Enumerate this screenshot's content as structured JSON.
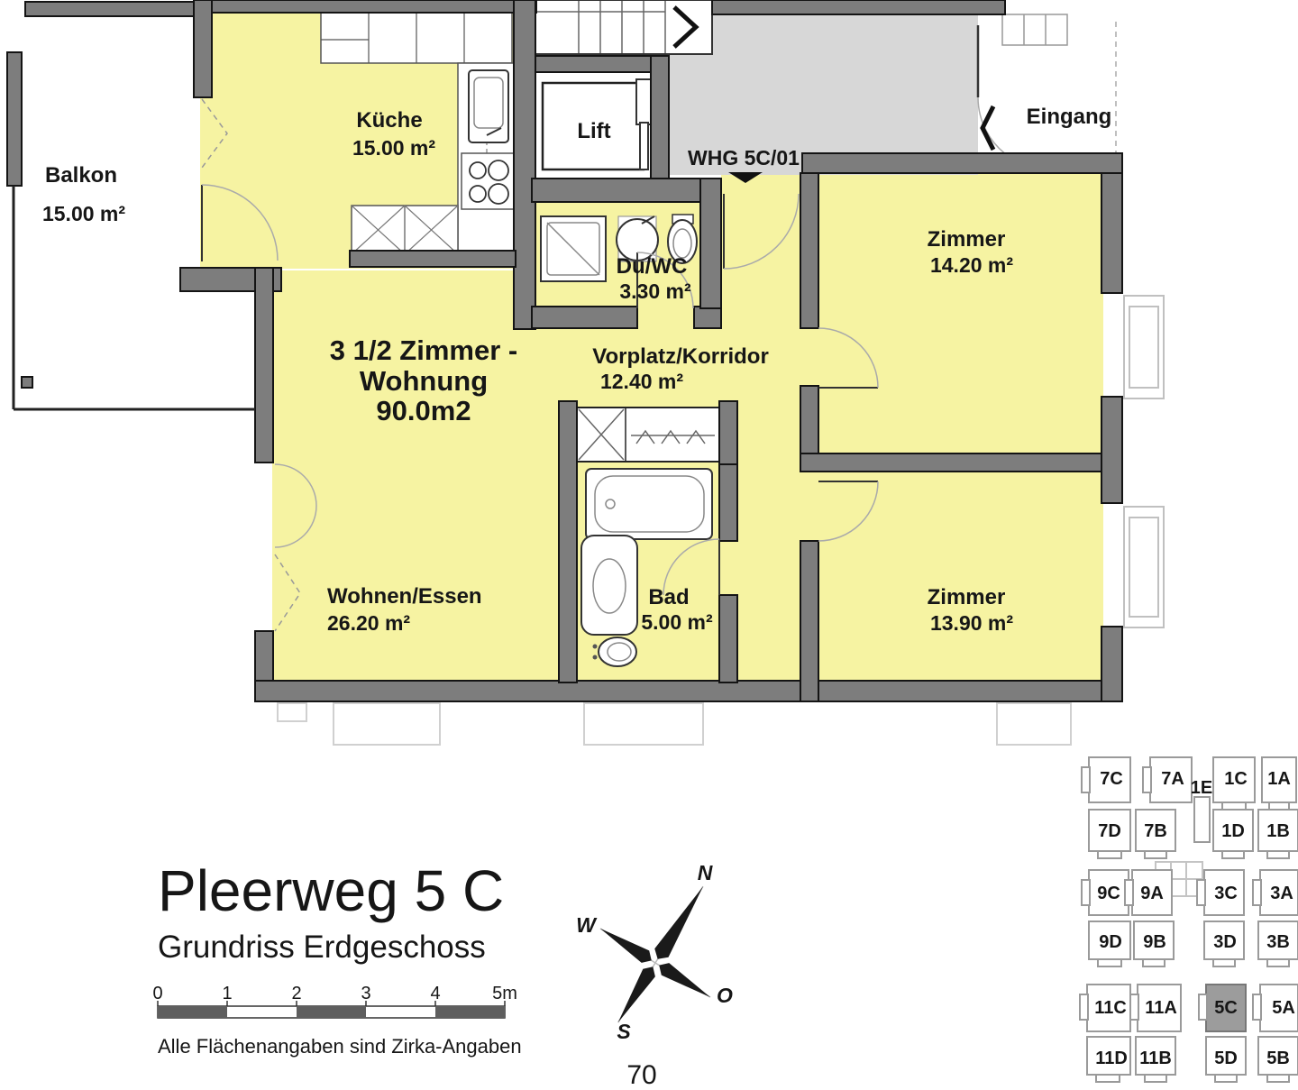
{
  "plan": {
    "rooms": {
      "balkon": {
        "name": "Balkon",
        "area": "15.00 m²"
      },
      "kueche": {
        "name": "Küche",
        "area": "15.00 m²"
      },
      "lift": {
        "name": "Lift"
      },
      "du_wc": {
        "name": "Du/WC",
        "area": "3.30 m²"
      },
      "vorplatz": {
        "name": "Vorplatz/Korridor",
        "area": "12.40 m²"
      },
      "zimmer_nord": {
        "name": "Zimmer",
        "area": "14.20 m²"
      },
      "zimmer_sued": {
        "name": "Zimmer",
        "area": "13.90 m²"
      },
      "wohnen": {
        "name": "Wohnen/Essen",
        "area": "26.20 m²"
      },
      "bad": {
        "name": "Bad",
        "area": "5.00 m²"
      }
    },
    "apartment_label": {
      "line1": "3 1/2 Zimmer -",
      "line2": "Wohnung",
      "line3": "90.0m2"
    },
    "unit_tag": "WHG 5C/01",
    "entrance_label": "Eingang"
  },
  "title_block": {
    "title": "Pleerweg 5 C",
    "subtitle": "Grundriss Erdgeschoss",
    "disclaimer": "Alle Flächenangaben sind Zirka-Angaben",
    "scale_labels": [
      "0",
      "1",
      "2",
      "3",
      "4",
      "5m"
    ]
  },
  "compass": {
    "n": "N",
    "w": "W",
    "o": "O",
    "s": "S"
  },
  "page_number": "70",
  "key_plan": {
    "highlighted": "5C",
    "blocks": [
      "7C",
      "7A",
      "1C",
      "1A",
      "1E",
      "7D",
      "7B",
      "1D",
      "1B",
      "9C",
      "9A",
      "3C",
      "3A",
      "9D",
      "9B",
      "3D",
      "3B",
      "11C",
      "11A",
      "5C",
      "5A",
      "11D",
      "11B",
      "5D",
      "5B"
    ]
  },
  "colors": {
    "room_fill": "#f6f3a2",
    "wall": "#7d7d7d",
    "corridor": "#d7d7d7",
    "highlight": "#9c9c9c"
  }
}
